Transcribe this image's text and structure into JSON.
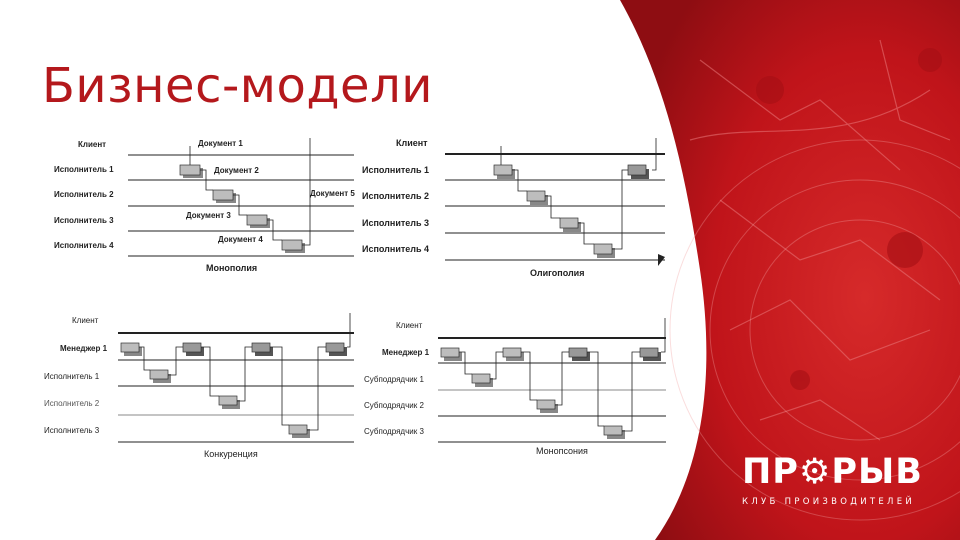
{
  "slide": {
    "title": "Бизнес-модели",
    "colors": {
      "accent": "#b4181c",
      "background_right": "#c4161c",
      "box": "#bdbdbd",
      "box_dark": "#888888"
    }
  },
  "diagrams": [
    {
      "id": "monopoly",
      "caption": "Монополия",
      "rows": [
        "Клиент",
        "Исполнитель 1",
        "Исполнитель 2",
        "Исполнитель 3",
        "Исполнитель 4"
      ],
      "annotations": [
        "Документ 1",
        "Документ 2",
        "Документ 3",
        "Документ 4",
        "Документ 5"
      ]
    },
    {
      "id": "oligopoly",
      "caption": "Олигополия",
      "rows": [
        "Клиент",
        "Исполнитель 1",
        "Исполнитель 2",
        "Исполнитель 3",
        "Исполнитель 4"
      ]
    },
    {
      "id": "competition",
      "caption": "Конкуренция",
      "rows": [
        "Клиент",
        "Менеджер 1",
        "Исполнитель 1",
        "Исполнитель 2",
        "Исполнитель 3"
      ]
    },
    {
      "id": "monopsony",
      "caption": "Монопсония",
      "rows": [
        "Клиент",
        "Менеджер 1",
        "Субподрядчик 1",
        "Субподрядчик 2",
        "Субподрядчик 3"
      ]
    }
  ],
  "logo": {
    "name": "ПР⚙РЫВ",
    "tagline": "КЛУБ ПРОИЗВОДИТЕЛЕЙ",
    "icon": "gear-icon"
  }
}
